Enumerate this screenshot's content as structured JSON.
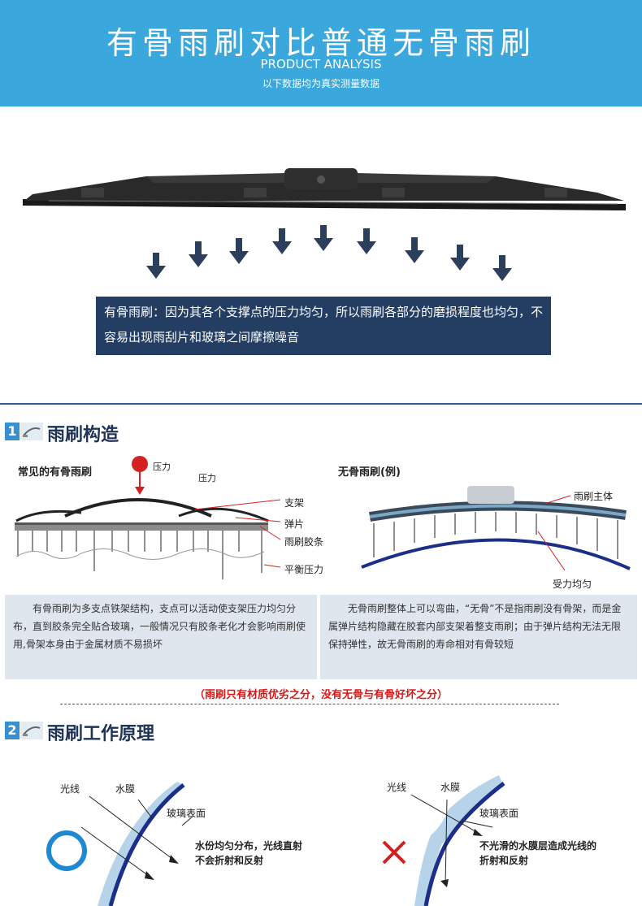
{
  "header": {
    "title": "有骨雨刷对比普通无骨雨刷",
    "subtitle": "PRODUCT ANALYSIS",
    "note": "以下数据均为真实测量数据"
  },
  "product": {
    "description": "有骨雨刷：因为其各个支撑点的压力均匀，所以雨刷各部分的磨损程度也均匀，不容易出现雨刮片和玻璃之间摩擦噪音"
  },
  "section1": {
    "number": "1",
    "title": "雨刷构造",
    "left": {
      "heading": "常见的有骨雨刷",
      "pressure_tag": "压力",
      "pressure_label": "压力",
      "labels": [
        "支架",
        "弹片",
        "雨刷胶条",
        "平衡压力"
      ],
      "text": "有骨雨刷为多支点铁架结构，支点可以活动使支架压力均匀分布，直到胶条完全贴合玻璃，一般情况只有胶条老化才会影响雨刷使用,骨架本身由于金属材质不易损坏"
    },
    "right": {
      "heading": "无骨雨刷(例)",
      "labels": [
        "雨刷主体",
        "受力均匀"
      ],
      "text": "无骨雨刷整体上可以弯曲，“无骨”不是指雨刷没有骨架，而是金属弹片结构隐藏在胶套内部支架着整支雨刷；由于弹片结构无法无限保持弹性，故无骨雨刷的寿命相对有骨较短"
    },
    "note": "（雨刷只有材质优劣之分，没有无骨与有骨好坏之分）"
  },
  "section2": {
    "number": "2",
    "title": "雨刷工作原理",
    "left": {
      "labels": [
        "光线",
        "水膜",
        "玻璃表面"
      ],
      "caption": [
        "水份均匀分布，光线直射",
        "不会折射和反射"
      ]
    },
    "right": {
      "labels": [
        "光线",
        "水膜",
        "玻璃表面"
      ],
      "caption": [
        "不光滑的水膜层造成光线的",
        "折射和反射"
      ]
    }
  },
  "colors": {
    "header_bg": "#3aa7dd",
    "desc_bg": "#243e63",
    "accent_blue": "#1a2e8a",
    "note_red": "#d81818"
  }
}
